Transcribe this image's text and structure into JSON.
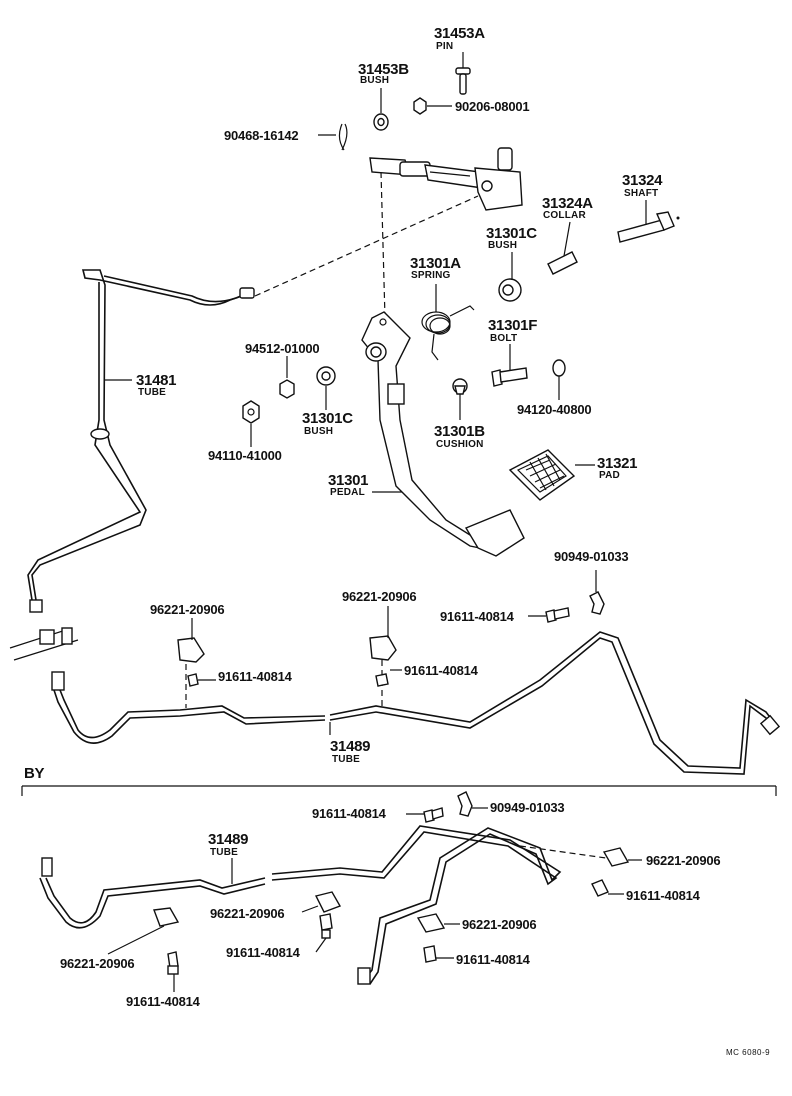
{
  "parts": {
    "p31453A": {
      "num": "31453A",
      "name": "PIN"
    },
    "p31453B": {
      "num": "31453B",
      "name": "BUSH"
    },
    "p90206": {
      "num": "90206-08001"
    },
    "p90468": {
      "num": "90468-16142"
    },
    "p31324": {
      "num": "31324",
      "name": "SHAFT"
    },
    "p31324A": {
      "num": "31324A",
      "name": "COLLAR"
    },
    "p31301C_top": {
      "num": "31301C",
      "name": "BUSH"
    },
    "p31301A": {
      "num": "31301A",
      "name": "SPRING"
    },
    "p31301F": {
      "num": "31301F",
      "name": "BOLT"
    },
    "p31481": {
      "num": "31481",
      "name": "TUBE"
    },
    "p94512": {
      "num": "94512-01000"
    },
    "p31301C_mid": {
      "num": "31301C",
      "name": "BUSH"
    },
    "p94110": {
      "num": "94110-41000"
    },
    "p31301B": {
      "num": "31301B",
      "name": "CUSHION"
    },
    "p94120": {
      "num": "94120-40800"
    },
    "p31301": {
      "num": "31301",
      "name": "PEDAL"
    },
    "p31321": {
      "num": "31321",
      "name": "PAD"
    },
    "p90949_a": {
      "num": "90949-01033"
    },
    "p91611_a": {
      "num": "91611-40814"
    },
    "p96221_a": {
      "num": "96221-20906"
    },
    "p96221_b": {
      "num": "96221-20906"
    },
    "p91611_b": {
      "num": "91611-40814"
    },
    "p91611_c": {
      "num": "91611-40814"
    },
    "p31489_a": {
      "num": "31489",
      "name": "TUBE"
    },
    "p91611_d": {
      "num": "91611-40814"
    },
    "p90949_b": {
      "num": "90949-01033"
    },
    "p31489_b": {
      "num": "31489",
      "name": "TUBE"
    },
    "p96221_c": {
      "num": "96221-20906"
    },
    "p96221_d": {
      "num": "96221-20906"
    },
    "p91611_e": {
      "num": "91611-40814"
    },
    "p96221_e": {
      "num": "96221-20906"
    },
    "p91611_f": {
      "num": "91611-40814"
    },
    "p96221_f": {
      "num": "96221-20906"
    },
    "p91611_g": {
      "num": "91611-40814"
    },
    "p91611_h": {
      "num": "91611-40814"
    }
  },
  "section_label": "BY",
  "footer_code": "MC 6080-9"
}
